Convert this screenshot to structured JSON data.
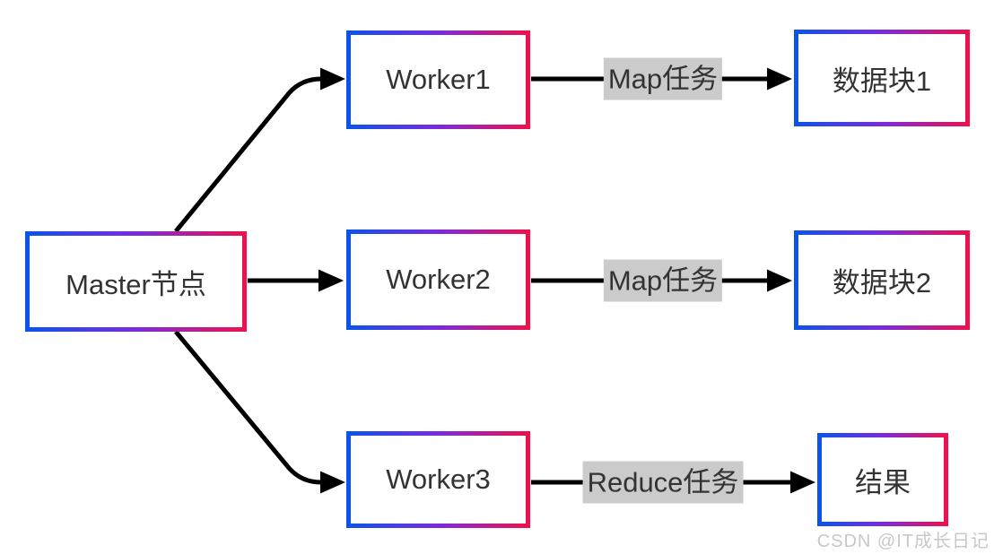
{
  "diagram": {
    "type": "flowchart",
    "description_semantics": "MapReduce master-worker flow"
  },
  "nodes": {
    "master": {
      "label": "Master节点"
    },
    "worker1": {
      "label": "Worker1"
    },
    "worker2": {
      "label": "Worker2"
    },
    "worker3": {
      "label": "Worker3"
    },
    "block1": {
      "label": "数据块1"
    },
    "block2": {
      "label": "数据块2"
    },
    "result": {
      "label": "结果"
    }
  },
  "edges": {
    "master_to_worker1": {
      "from": "master",
      "to": "worker1",
      "label": ""
    },
    "master_to_worker2": {
      "from": "master",
      "to": "worker2",
      "label": ""
    },
    "master_to_worker3": {
      "from": "master",
      "to": "worker3",
      "label": ""
    },
    "map1": {
      "from": "worker1",
      "to": "block1",
      "label": "Map任务"
    },
    "map2": {
      "from": "worker2",
      "to": "block2",
      "label": "Map任务"
    },
    "reduce": {
      "from": "worker3",
      "to": "result",
      "label": "Reduce任务"
    }
  },
  "watermark": {
    "text": "CSDN @IT成长日记"
  },
  "colors": {
    "border_gradient_start": "#0d53e9",
    "border_gradient_mid": "#7a2be0",
    "border_gradient_end": "#ec1150",
    "arrow_color": "#000000",
    "label_bg": "#cbcbcb",
    "text_color": "#333333",
    "watermark_color": "#c8c8c8",
    "canvas_bg": "#ffffff"
  }
}
